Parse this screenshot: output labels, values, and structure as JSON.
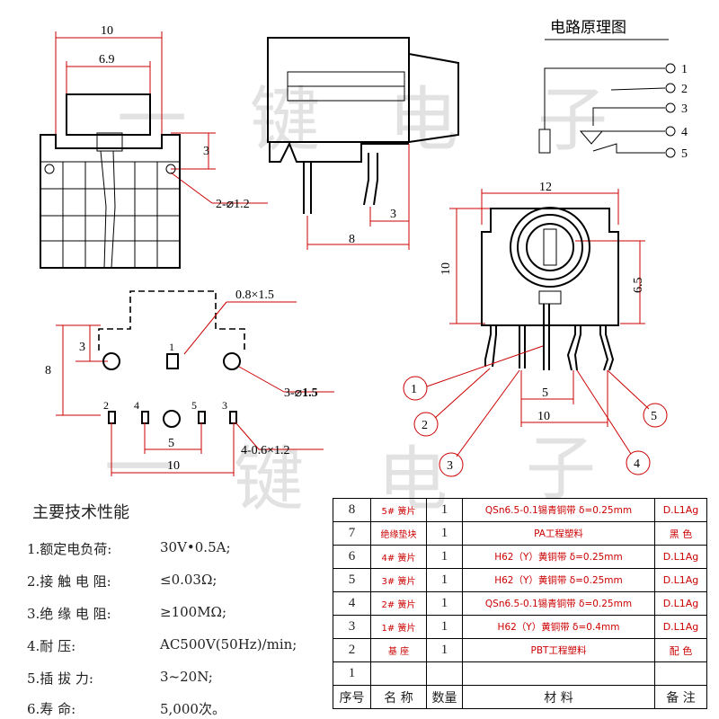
{
  "dimensions": {
    "front_width": "10",
    "front_inner_width": "6.9",
    "front_height": "3",
    "mount_holes": "2-⌀1.2",
    "side_depth": "8",
    "side_pin_offset": "3",
    "right_width": "12",
    "right_height": "10",
    "right_center": "6.5",
    "right_pin_center": "5",
    "right_pin_span": "10",
    "pad_main": "0.8×1.5",
    "pad_height": "8",
    "pad_offset": "3",
    "pad_holes_prefix": "3-⌀",
    "pad_holes_bold": "1.5",
    "pad_spacing": "5",
    "pad_span": "10",
    "pad_small": "4-0.6×1.2"
  },
  "pad_labels": [
    "1",
    "2",
    "4",
    "5",
    "3"
  ],
  "circuit": {
    "title": "电路原理图",
    "pins": [
      "1",
      "2",
      "3",
      "4",
      "5"
    ]
  },
  "callouts": [
    "1",
    "2",
    "3",
    "4",
    "5"
  ],
  "watermark": [
    "一",
    "键",
    "电",
    "子"
  ],
  "specs": {
    "title": "主要技术性能",
    "items": [
      {
        "label": "1.额定电负荷:",
        "value": "30V•0.5A;"
      },
      {
        "label": "2.接 触 电 阻:",
        "value": "≤0.03Ω;"
      },
      {
        "label": "3.绝 缘 电 阻:",
        "value": "≥100MΩ;"
      },
      {
        "label": "4.耐          压:",
        "value": "AC500V(50Hz)/min;"
      },
      {
        "label": "5.插   拔     力:",
        "value": "3~20N;"
      },
      {
        "label": "6.寿          命:",
        "value": "5,000次。"
      }
    ]
  },
  "bom": {
    "header": {
      "no": "序号",
      "name": "名 称",
      "qty": "数量",
      "material": "材          料",
      "note": "备 注"
    },
    "rows": [
      {
        "no": "8",
        "name": "5# 簧片",
        "qty": "1",
        "material": "QSn6.5-0.1锡青铜带 δ=0.25mm",
        "note": "D.L1Ag"
      },
      {
        "no": "7",
        "name": "绝缘垫块",
        "qty": "1",
        "material": "PA工程塑料",
        "note": "黑 色"
      },
      {
        "no": "6",
        "name": "4# 簧片",
        "qty": "1",
        "material": "H62（Y）黄铜带 δ=0.25mm",
        "note": "D.L1Ag"
      },
      {
        "no": "5",
        "name": "3# 簧片",
        "qty": "1",
        "material": "H62（Y）黄铜带 δ=0.25mm",
        "note": "D.L1Ag"
      },
      {
        "no": "4",
        "name": "2# 簧片",
        "qty": "1",
        "material": "QSn6.5-0.1锡青铜带 δ=0.25mm",
        "note": "D.L1Ag"
      },
      {
        "no": "3",
        "name": "1# 簧片",
        "qty": "1",
        "material": "H62（Y）黄铜带 δ=0.4mm",
        "note": "D.L1Ag"
      },
      {
        "no": "2",
        "name": "基 座",
        "qty": "1",
        "material": "PBT工程塑料",
        "note": "配 色"
      },
      {
        "no": "1",
        "name": "",
        "qty": "",
        "material": "",
        "note": ""
      }
    ]
  }
}
